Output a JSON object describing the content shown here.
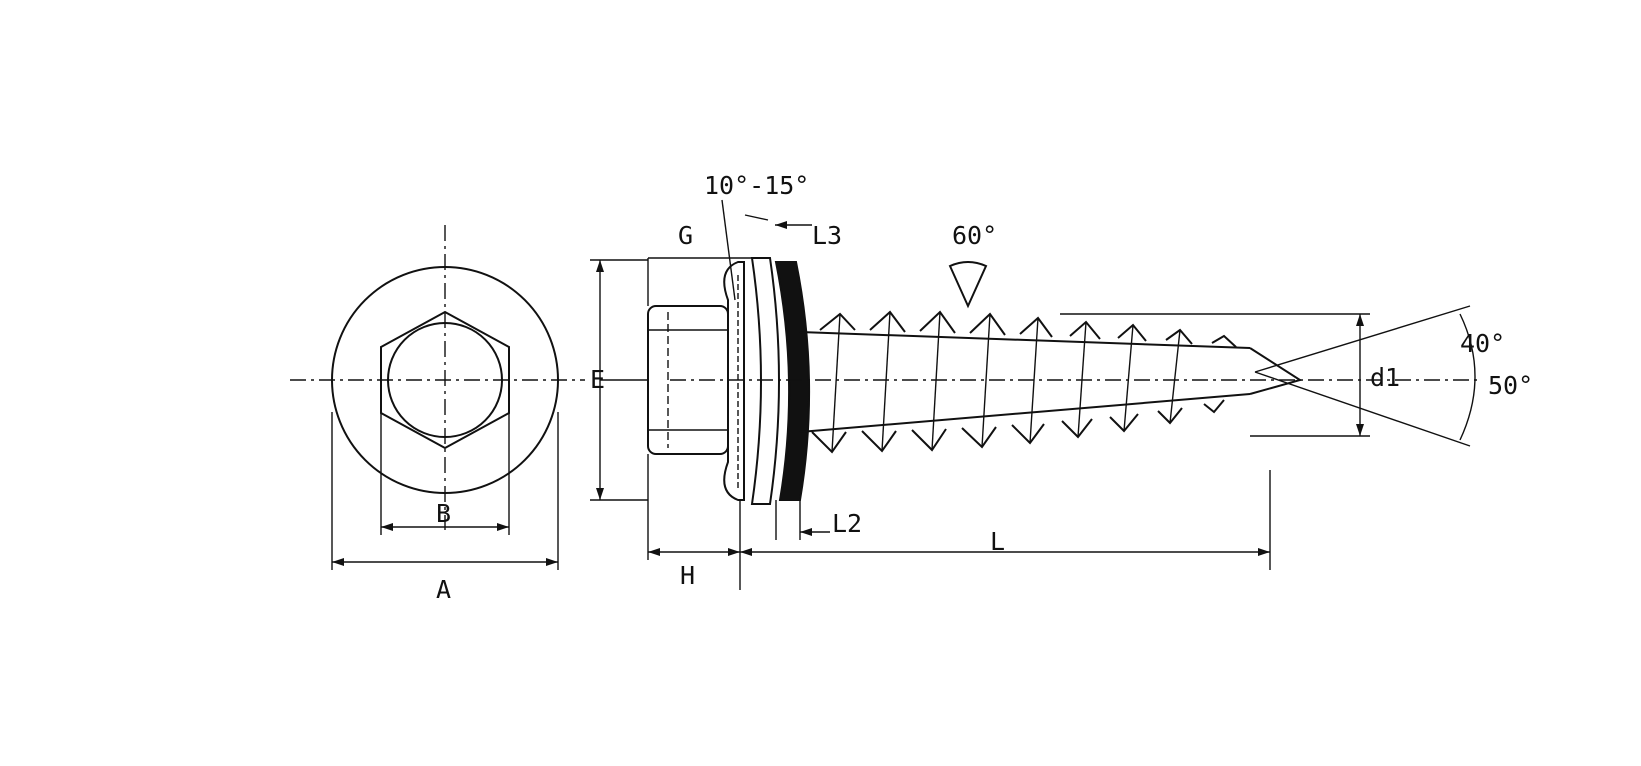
{
  "labels": {
    "A": "A",
    "B": "B",
    "E": "E",
    "G": "G",
    "H": "H",
    "L": "L",
    "L2": "L2",
    "L3": "L3",
    "d1": "d1",
    "washer_angle": "10°-15°",
    "thread_angle": "60°",
    "tip_angle_upper": "40°",
    "tip_angle_lower": "50°"
  },
  "colors": {
    "line": "#111111",
    "background": "#ffffff"
  }
}
